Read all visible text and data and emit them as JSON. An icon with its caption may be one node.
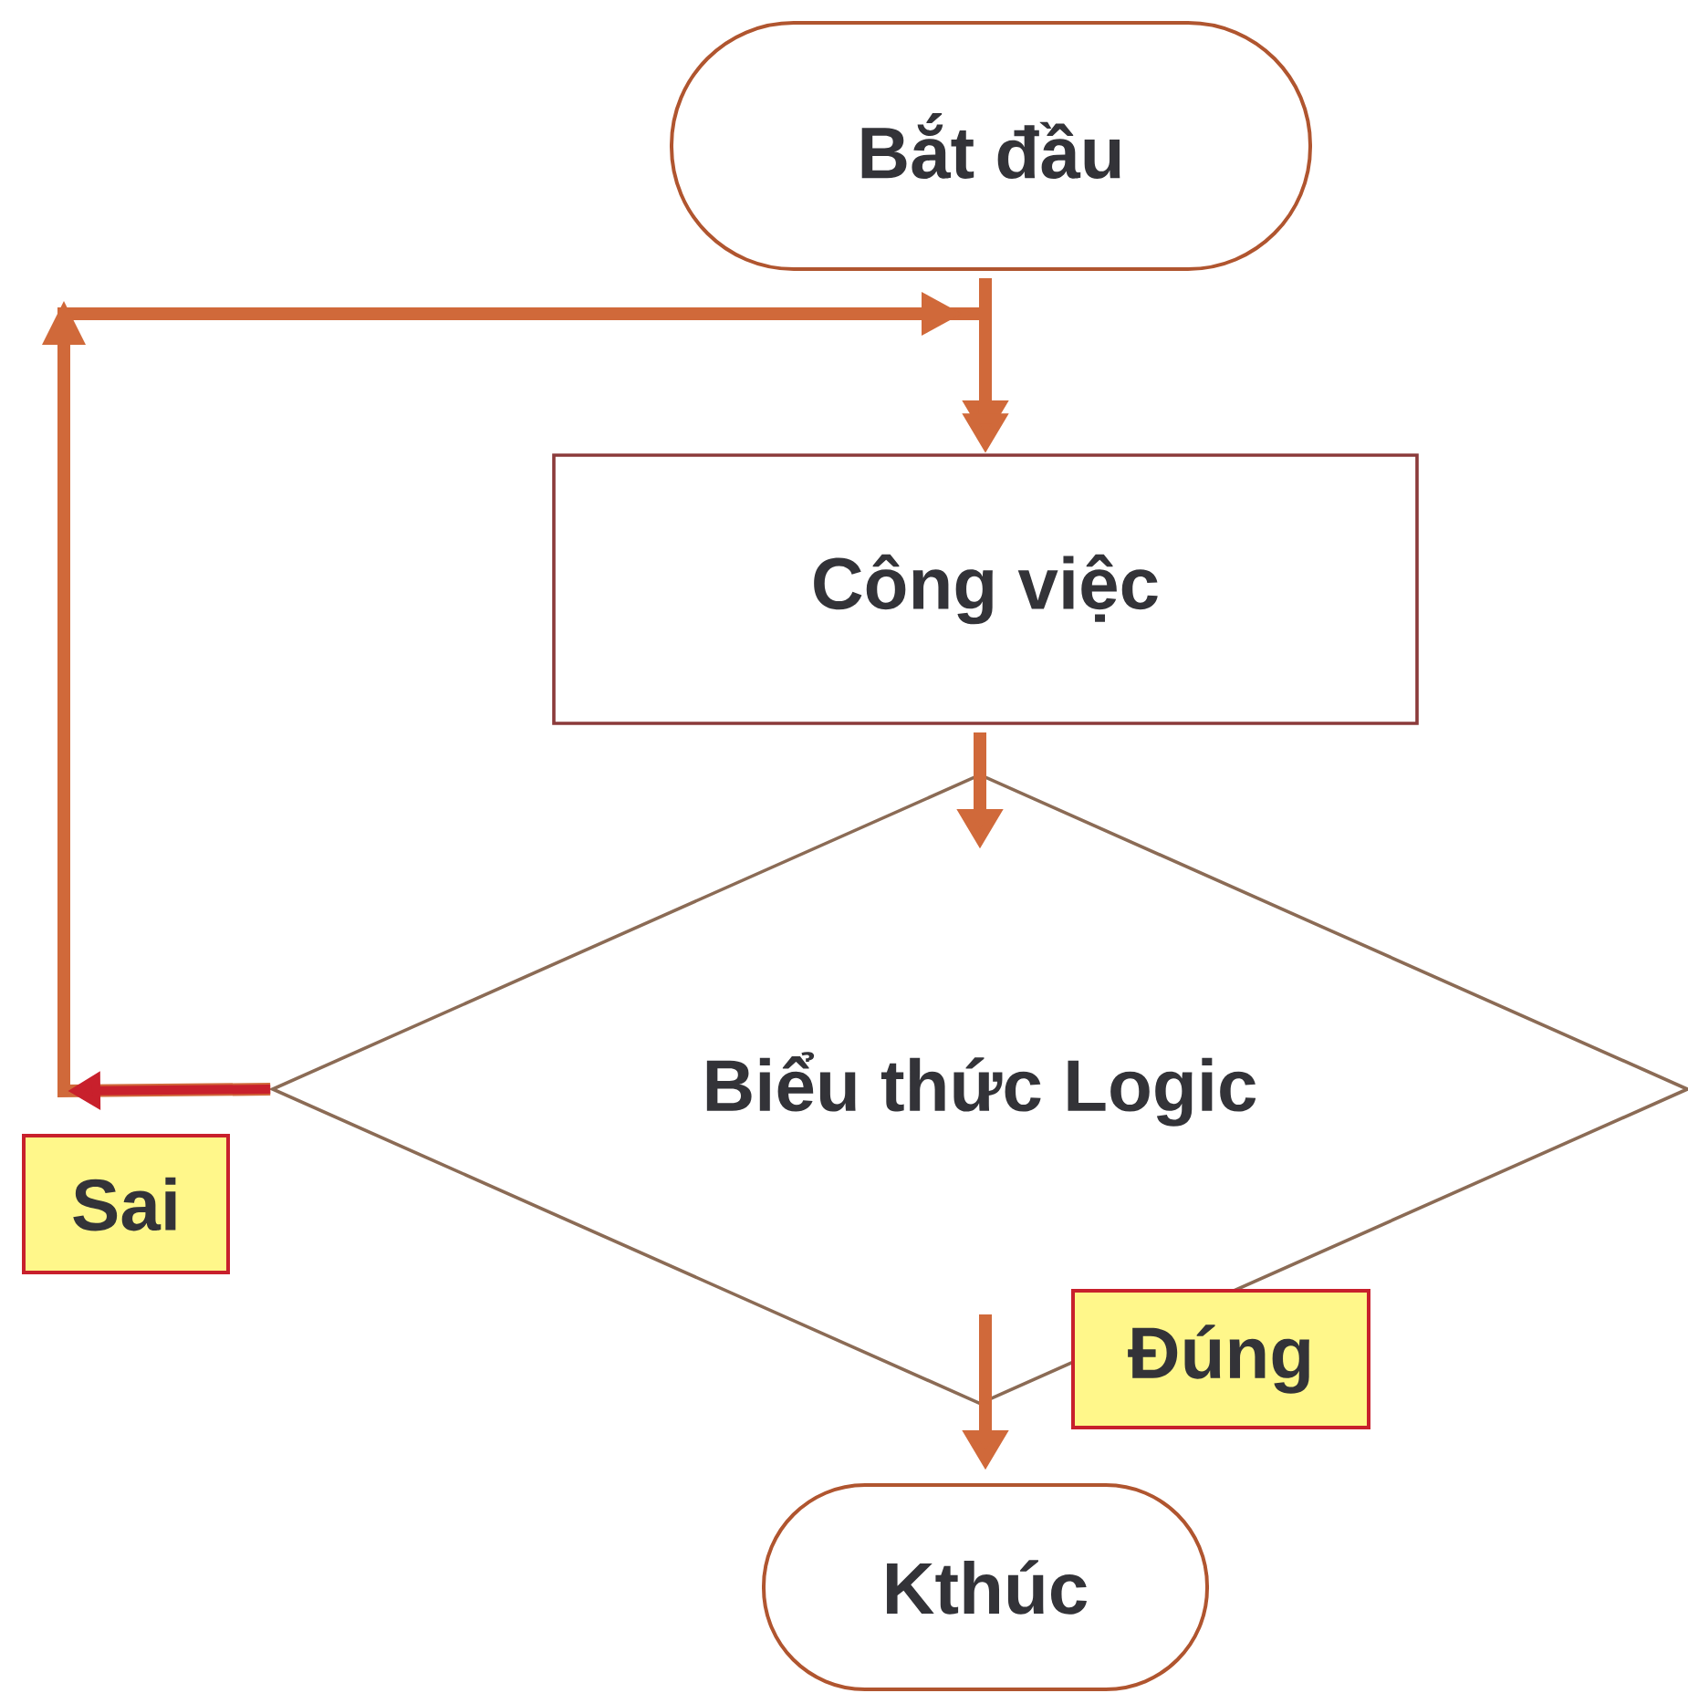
{
  "diagram": {
    "nodes": [
      {
        "text": [
          "Bắt đầu"
        ]
      },
      {
        "text": [
          "Công việc"
        ]
      },
      {
        "text": [
          "Biểu thức Logic"
        ]
      },
      {
        "text": [
          "Kthúc"
        ]
      }
    ],
    "edges": [
      {
        "from": 0,
        "to": 1,
        "arrow": "to"
      },
      {
        "from": 1,
        "to": 2,
        "arrow": "to"
      },
      {
        "from": 2,
        "to": 1,
        "arrow": "to",
        "label": "Sai"
      },
      {
        "from": 2,
        "to": 3,
        "arrow": "to",
        "label": "Đúng"
      }
    ]
  }
}
